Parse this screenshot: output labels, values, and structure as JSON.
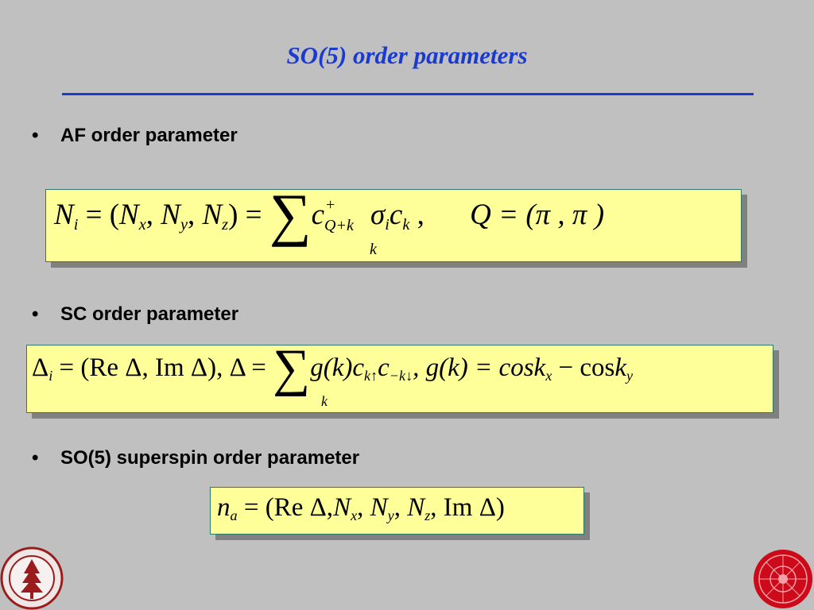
{
  "title": "SO(5) order parameters",
  "bullet_char": "•",
  "bullets": [
    {
      "label": "AF order parameter"
    },
    {
      "label": "SC order parameter"
    },
    {
      "label": "SO(5) superspin order parameter"
    }
  ],
  "eq_af": {
    "lhs": "N",
    "lhs_sub": "i",
    "eq1": "= (",
    "n1": "N",
    "n1_sub": "x",
    "sep1": ",",
    "n2": "N",
    "n2_sub": "y",
    "sep2": ",",
    "n3": "N",
    "n3_sub": "z",
    "close": ") =",
    "sum": "∑",
    "sum_sub": "k",
    "c1": "c",
    "c1_sup": "+",
    "c1_sub": "Q+k",
    "sig": "σ",
    "sig_sub": "i",
    "c2": "c",
    "c2_sub": "k",
    "comma": ",",
    "q_part": "Q = (π , π )"
  },
  "eq_sc": {
    "lhs": "Δ",
    "lhs_sub": "i",
    "mid": "= (Re Δ, Im Δ), Δ =",
    "sum": "∑",
    "sum_sub": "k",
    "gk": "g(k)",
    "c1": "c",
    "c1_sub": "k↑",
    "c2": "c",
    "c2_sub": "−k↓",
    "tail_a": ", g(k) = cos",
    "k1": "k",
    "k1_sub": "x",
    "tail_b": " − cos",
    "k2": "k",
    "k2_sub": "y"
  },
  "eq_so5": {
    "lhs": "n",
    "lhs_sub": "a",
    "mid": "= (Re Δ,",
    "n1": "N",
    "n1_sub": "x",
    "sep1": ",",
    "n2": "N",
    "n2_sub": "y",
    "sep2": ",",
    "n3": "N",
    "n3_sub": "z",
    "tail": ", Im Δ)"
  },
  "colors": {
    "background": "#c0c0c0",
    "title": "#1a3ad0",
    "box_fill": "#ffff99",
    "box_border": "#2d7a66",
    "shadow": "#808080",
    "seal_left": "#9b1c1c",
    "seal_right": "#cc0a1a"
  },
  "icons": {
    "left_logo": "stanford-seal-icon",
    "right_logo": "red-seal-icon"
  }
}
